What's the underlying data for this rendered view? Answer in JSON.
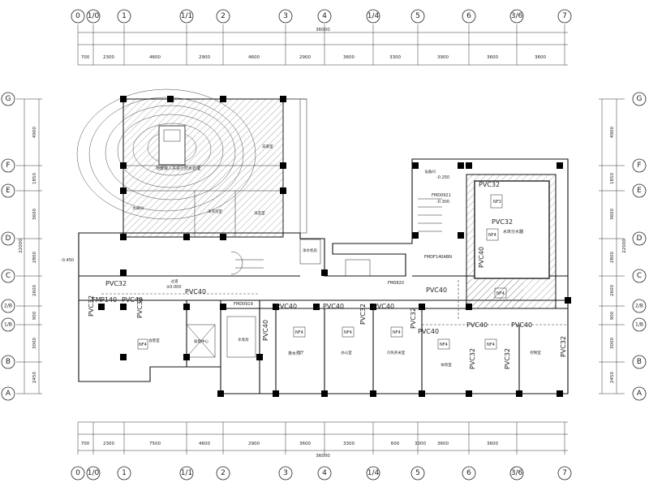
{
  "axes_top": [
    "0",
    "1/0",
    "1",
    "1/1",
    "2",
    "3",
    "4",
    "1/4",
    "5",
    "6",
    "3/6",
    "7"
  ],
  "axes_side": [
    "G",
    "F",
    "E",
    "D",
    "C",
    "2/B",
    "1/B",
    "B",
    "A"
  ],
  "dims_top": [
    "700",
    "2300",
    "4600",
    "2900",
    "4600",
    "2900",
    "3600",
    "3300",
    "3900",
    "3600",
    "3600"
  ],
  "dims_bottom": [
    "700",
    "2300",
    "7500",
    "4600",
    "2900",
    "3600",
    "3300",
    "600",
    "3300",
    "3600",
    "3600"
  ],
  "dims_side": [
    "4900",
    "1850",
    "3600",
    "2800",
    "2600",
    "900",
    "3000",
    "2450"
  ],
  "total_width": "36000",
  "total_height": "22000",
  "pipes": {
    "pvc40": "PVC40",
    "pvc32": "PVC32",
    "fm_left": "FM",
    "fm_box": "FMDF140ABN",
    "fm_b1": "FMD0919",
    "fm_b2": "FMD0921",
    "fm_c": "FM0820",
    "fm_p14": "P140"
  },
  "levels": {
    "l1": "-0.450",
    "l2": "-0.250",
    "l3": "-0.300",
    "l4": "±0.000"
  },
  "notes": {
    "main": "地暖接入并进行防水处理",
    "pool": "水床分水器",
    "pit": "排水沟"
  },
  "rooms": {
    "r1": "白家室",
    "r2": "水床间",
    "r3": "净壳流室",
    "r4": "净瓦室",
    "r5": "过道",
    "r6": "门厅",
    "r7": "办公室",
    "r8": "冷热开关室",
    "r9": "体育室",
    "r10": "控制室",
    "r11": "弱电中心",
    "r12": "会客室",
    "r13": "设备间",
    "r14": "净水机房",
    "r15": "水泵房"
  },
  "fixtures": {
    "nf4": "NF4",
    "nf3": "NF3"
  }
}
